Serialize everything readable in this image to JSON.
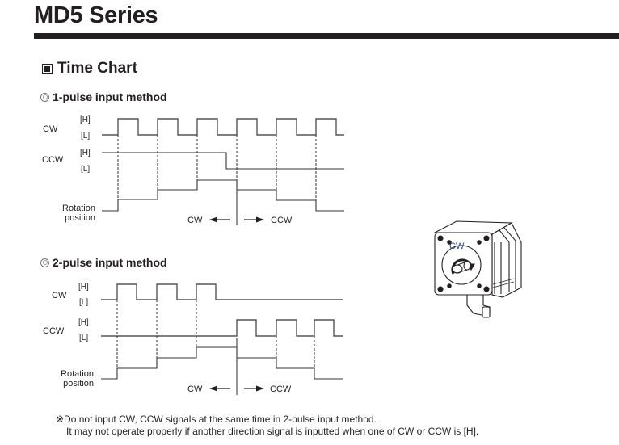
{
  "header": {
    "series_title": "MD5 Series"
  },
  "section": {
    "title": "Time Chart",
    "icon": "filled-square-bullet"
  },
  "charts": [
    {
      "id": "one-pulse",
      "title": "1-pulse input method",
      "icon": "double-circle-bullet",
      "labels": {
        "cw": "CW",
        "ccw": "CCW",
        "high": "[H]",
        "low": "[L]",
        "rotation_line1": "Rotation",
        "rotation_line2": "position",
        "dir_cw": "CW",
        "dir_ccw": "CCW"
      },
      "cw_signal": [
        0,
        1,
        0,
        1,
        0,
        1,
        0,
        1,
        0,
        1,
        0,
        1,
        0
      ],
      "ccw_signal": "high during CW pulses, low after direction change",
      "rotation_steps": [
        0,
        1,
        2,
        3,
        2,
        1,
        0
      ]
    },
    {
      "id": "two-pulse",
      "title": "2-pulse input method",
      "icon": "double-circle-bullet",
      "labels": {
        "cw": "CW",
        "ccw": "CCW",
        "high": "[H]",
        "low": "[L]",
        "rotation_line1": "Rotation",
        "rotation_line2": "position",
        "dir_cw": "CW",
        "dir_ccw": "CCW"
      },
      "cw_pulses": 3,
      "ccw_pulses": 3,
      "rotation_steps": [
        0,
        1,
        2,
        3,
        2,
        1,
        0
      ]
    }
  ],
  "motor": {
    "direction_label": "CW",
    "label_color": "#2e4a8a",
    "icon": "stepper-motor-illustration"
  },
  "note": {
    "line1": "※Do not input CW, CCW signals at the same time in 2-pulse input method.",
    "line2": "It may not operate properly if another direction signal is inputted when one of CW or CCW is [H]."
  },
  "colors": {
    "ink": "#231f20",
    "waveform": "#4a4a4a"
  }
}
